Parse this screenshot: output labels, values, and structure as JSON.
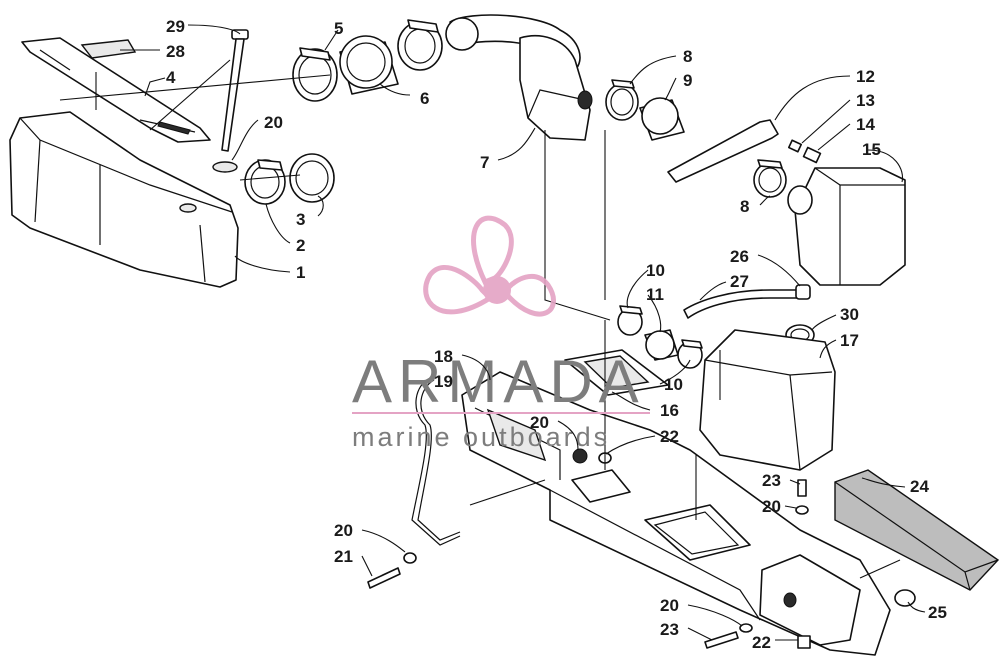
{
  "brand": {
    "name": "ARMADA",
    "tagline": "marine outboards",
    "color_text": "#7d7d7d",
    "color_logo": "#e4a3c4"
  },
  "callouts": [
    {
      "id": "c29a",
      "label": "29"
    },
    {
      "id": "c28",
      "label": "28"
    },
    {
      "id": "c4",
      "label": "4"
    },
    {
      "id": "c5",
      "label": "5"
    },
    {
      "id": "c6",
      "label": "6"
    },
    {
      "id": "c20a",
      "label": "20"
    },
    {
      "id": "c3",
      "label": "3"
    },
    {
      "id": "c2",
      "label": "2"
    },
    {
      "id": "c1",
      "label": "1"
    },
    {
      "id": "c7",
      "label": "7"
    },
    {
      "id": "c8a",
      "label": "8"
    },
    {
      "id": "c9",
      "label": "9"
    },
    {
      "id": "c12",
      "label": "12"
    },
    {
      "id": "c13",
      "label": "13"
    },
    {
      "id": "c14",
      "label": "14"
    },
    {
      "id": "c15",
      "label": "15"
    },
    {
      "id": "c8b",
      "label": "8"
    },
    {
      "id": "c26",
      "label": "26"
    },
    {
      "id": "c27",
      "label": "27"
    },
    {
      "id": "c10a",
      "label": "10"
    },
    {
      "id": "c11",
      "label": "11"
    },
    {
      "id": "c30",
      "label": "30"
    },
    {
      "id": "c17",
      "label": "17"
    },
    {
      "id": "c18",
      "label": "18"
    },
    {
      "id": "c19",
      "label": "19"
    },
    {
      "id": "c10b",
      "label": "10"
    },
    {
      "id": "c16",
      "label": "16"
    },
    {
      "id": "c20b",
      "label": "20"
    },
    {
      "id": "c22a",
      "label": "22"
    },
    {
      "id": "c23a",
      "label": "23"
    },
    {
      "id": "c20c",
      "label": "20"
    },
    {
      "id": "c24",
      "label": "24"
    },
    {
      "id": "c20d",
      "label": "20"
    },
    {
      "id": "c21",
      "label": "21"
    },
    {
      "id": "c20e",
      "label": "20"
    },
    {
      "id": "c23b",
      "label": "23"
    },
    {
      "id": "c22b",
      "label": "22"
    },
    {
      "id": "c25",
      "label": "25"
    }
  ]
}
